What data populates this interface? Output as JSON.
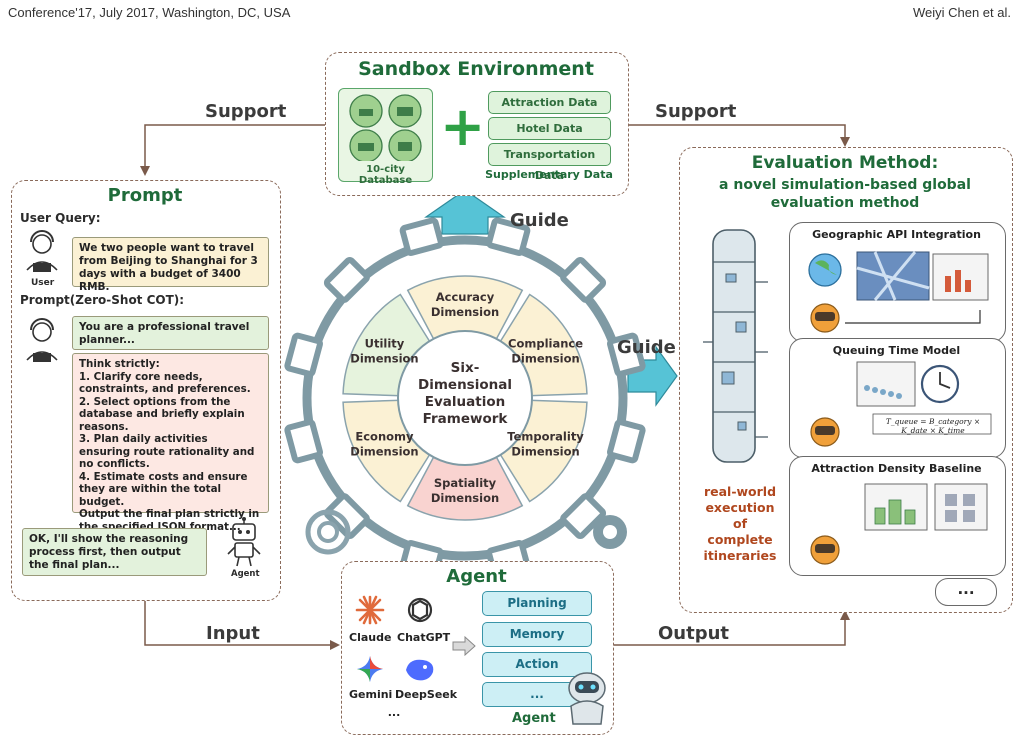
{
  "header": {
    "left": "Conference'17, July 2017, Washington, DC, USA",
    "right": "Weiyi Chen et al."
  },
  "sandbox": {
    "title": "Sandbox Environment",
    "db_label": "10-city Database",
    "plus": "+",
    "data_items": [
      "Attraction Data",
      "Hotel Data",
      "Transportation Data"
    ],
    "supp_label": "Supplementary Data"
  },
  "flows": {
    "support_left": "Support",
    "support_right": "Support",
    "guide_top": "Guide",
    "guide_right": "Guide",
    "input": "Input",
    "output": "Output"
  },
  "prompt": {
    "title": "Prompt",
    "user_query_label": "User Query:",
    "user_label": "User",
    "user_query": "We two people want to travel from Beijing to Shanghai for 3 days with a budget of 3400 RMB.",
    "zero_shot_label": "Prompt(Zero-Shot COT):",
    "system_line": "You are a professional travel planner...",
    "think_lines": [
      "Think strictly:",
      "1.  Clarify core needs, constraints, and preferences.",
      "2.  Select options from the database and briefly explain reasons.",
      "3.  Plan daily activities ensuring route rationality and no conflicts.",
      "4.  Estimate costs and ensure they are within the total budget.",
      "Output the final plan strictly in the specified JSON format..."
    ],
    "agent_reply": "OK, I'll show the reasoning process first, then output the final plan...",
    "agent_label": "Agent"
  },
  "framework": {
    "center": [
      "Six-",
      "Dimensional",
      "Evaluation",
      "Framework"
    ],
    "dimensions": [
      {
        "name": [
          "Accuracy",
          "Dimension"
        ],
        "color": "#fbf1d4"
      },
      {
        "name": [
          "Compliance",
          "Dimension"
        ],
        "color": "#fbf1d4"
      },
      {
        "name": [
          "Temporality",
          "Dimension"
        ],
        "color": "#fbf1d4"
      },
      {
        "name": [
          "Spatiality",
          "Dimension"
        ],
        "color": "#f9d3d0"
      },
      {
        "name": [
          "Economy",
          "Dimension"
        ],
        "color": "#fbf1d4"
      },
      {
        "name": [
          "Utility",
          "Dimension"
        ],
        "color": "#e6f3dd"
      }
    ]
  },
  "agent": {
    "title": "Agent",
    "llms": [
      "Claude",
      "ChatGPT",
      "Gemini",
      "DeepSeek"
    ],
    "more": "...",
    "modules": [
      "Planning",
      "Memory",
      "Action",
      "..."
    ],
    "robot_label": "Agent"
  },
  "evaluation": {
    "title": "Evaluation Method:",
    "subtitle": [
      "a novel simulation-based global",
      "evaluation method"
    ],
    "real_world": [
      "real-world",
      "execution",
      "of",
      "complete",
      "itineraries"
    ],
    "methods": [
      "Geographic API Integration",
      "Queuing Time Model",
      "Attraction Density Baseline"
    ],
    "formula": "T_queue = B_category × K_date × K_time",
    "more": "..."
  }
}
